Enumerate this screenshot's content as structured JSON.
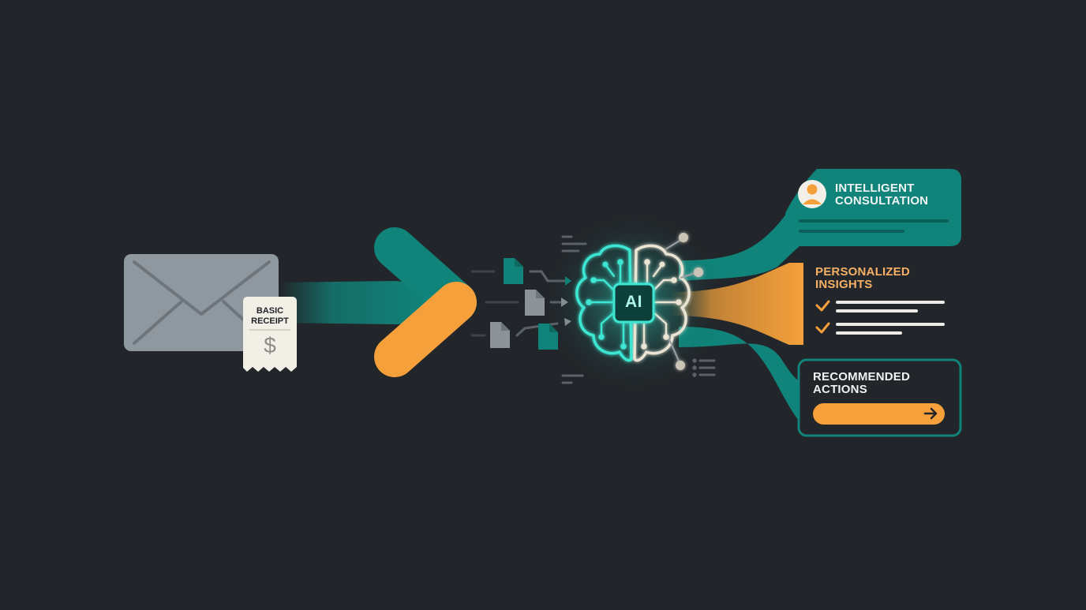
{
  "colors": {
    "background": "#22262a",
    "teal": "#10847a",
    "teal_bright": "#3ee6d2",
    "orange": "#f5a03a",
    "envelope": "#8f989f",
    "receipt": "#f2efe6",
    "doc_gray": "#8b9298"
  },
  "receipt": {
    "line1": "BASIC",
    "line2": "RECEIPT",
    "symbol": "$"
  },
  "ai": {
    "label": "AI"
  },
  "cards": {
    "consultation": {
      "line1": "INTELLIGENT",
      "line2": "CONSULTATION",
      "icon": "user-avatar-icon"
    },
    "insights": {
      "line1": "PERSONALIZED",
      "line2": "INSIGHTS",
      "icon": "checkmark-icon"
    },
    "actions": {
      "line1": "RECOMMENDED",
      "line2": "ACTIONS",
      "icon": "arrow-right-icon"
    }
  },
  "icons": [
    "envelope-icon",
    "receipt-icon",
    "document-icon",
    "brain-icon",
    "chip-icon",
    "chevron-arrow-icon"
  ]
}
